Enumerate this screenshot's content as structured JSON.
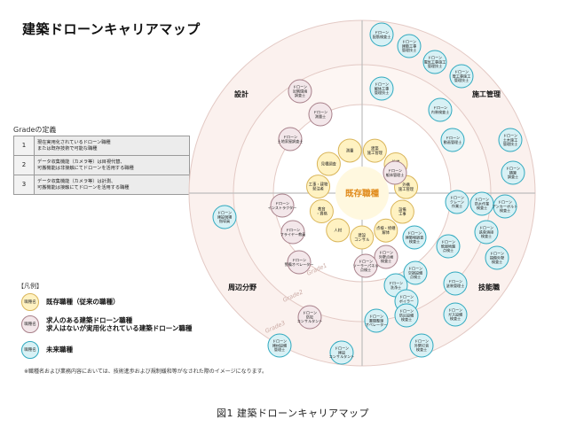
{
  "title": "建築ドローンキャリアマップ",
  "caption": "図1 建築ドローンキャリアマップ",
  "footnote": "※職種名および業務内容においては、技術進歩および規制緩和等がなされた際のイメージになります。",
  "grade": {
    "title": "Gradeの定義",
    "rows": [
      {
        "num": "1",
        "text": "現在実用化されているドローン職種\nまたは既存技術で可能な職種"
      },
      {
        "num": "2",
        "text": "データ収集機能（カメラ等）は目視代替、\n可搬機能は非接触にてドローンを活用する職種"
      },
      {
        "num": "3",
        "text": "データ収集機能（カメラ等）は計測、\n可搬機能は接触にてドローンを活用する職種"
      }
    ]
  },
  "legend": {
    "label": "【凡例】",
    "items": [
      {
        "circle": "職種名",
        "text": "既存職種（従来の職種）",
        "color": "#fff2c2",
        "border": "#d9b55a"
      },
      {
        "circle": "職種名",
        "text": "求人のある建築ドローン職種\n求人はないが実用化されている建築ドローン職種",
        "color": "#f3e7ea",
        "border": "#a8808a"
      },
      {
        "circle": "職種名",
        "text": "未来職種",
        "color": "#d8f1f5",
        "border": "#2fa9bf"
      }
    ]
  },
  "diagram": {
    "center_label": "既存職種",
    "ring_labels": [
      "Grade1",
      "Grade2",
      "Grade3"
    ],
    "quadrants": [
      "設計",
      "施工管理",
      "周辺分野",
      "技能職"
    ],
    "core_nodes": [
      "測量",
      "建築\n施工管理",
      "設備\n施工管理",
      "外構\n施工管理",
      "設備\n工事",
      "点検・修繕\n解体",
      "建設\nコンサル",
      "人材",
      "教育\n・資格",
      "工事・建物\n発注者",
      "見積調査"
    ],
    "nodes": [
      {
        "label": "ドローン\n近隣環境\n調査士",
        "type": "pink"
      },
      {
        "label": "ドローン\n測量士",
        "type": "pink"
      },
      {
        "label": "ドローン\n土地家屋調査士",
        "type": "pink"
      },
      {
        "label": "ドローン\n配筋検査士",
        "type": "cyan"
      },
      {
        "label": "ドローン\n建築工事\n管理技士",
        "type": "cyan"
      },
      {
        "label": "ドローン\n電気工事施工\n管理技士",
        "type": "cyan"
      },
      {
        "label": "ドローン\n解体工事\n管理技士",
        "type": "cyan"
      },
      {
        "label": "ドローン\n管工事施工\n管理技士",
        "type": "cyan"
      },
      {
        "label": "ドローン\n内装検査士",
        "type": "cyan"
      },
      {
        "label": "ドローン\n動画管理士",
        "type": "cyan"
      },
      {
        "label": "ドローン\n土木施工\n管理技士",
        "type": "cyan"
      },
      {
        "label": "ドローン\n積算\n調査士",
        "type": "cyan"
      },
      {
        "label": "ドローン\n建設現場\n指導員",
        "type": "cyan"
      },
      {
        "label": "ドローン\nインストラクター",
        "type": "pink"
      },
      {
        "label": "ドローン\nフライヤー教員",
        "type": "pink"
      },
      {
        "label": "ドローン\n警備オペレーター",
        "type": "pink"
      },
      {
        "label": "ドローン\n躯体管理士",
        "type": "pink"
      },
      {
        "label": "ドローン\nクレーン\n作業士",
        "type": "cyan"
      },
      {
        "label": "ドローン\n防水作業\n検査士",
        "type": "cyan"
      },
      {
        "label": "ドローン\nアンカーボルト\n検査士",
        "type": "cyan"
      },
      {
        "label": "ドローン\n鉄骨溶接\n検査士",
        "type": "cyan"
      },
      {
        "label": "ドローン\n建築物調査\n検査士",
        "type": "cyan"
      },
      {
        "label": "ドローン\n軟弱地盤\n点検士",
        "type": "cyan"
      },
      {
        "label": "ドローン\n外壁点検\n検査士",
        "type": "pink"
      },
      {
        "label": "ドローン\n損傷外壁\n検査士",
        "type": "cyan"
      },
      {
        "label": "ドローン\n空調設備\n点検士",
        "type": "cyan"
      },
      {
        "label": "ドローン\nソーラーパネル\n点検士",
        "type": "pink"
      },
      {
        "label": "ドローン\n洗浄士",
        "type": "cyan"
      },
      {
        "label": "ドローン\n塗装管理士",
        "type": "cyan"
      },
      {
        "label": "ドローン\nボイラー\n点検士",
        "type": "cyan"
      },
      {
        "label": "ドローン\n書類整理\nオペレーター",
        "type": "cyan"
      },
      {
        "label": "ドローン\n防災設備\n検査士",
        "type": "cyan"
      },
      {
        "label": "ドローン\nガス設備\n検査士",
        "type": "cyan"
      },
      {
        "label": "ドローン\n外壁打音\n検査士",
        "type": "cyan"
      },
      {
        "label": "ドローン\n防犯\nコンサルタント",
        "type": "pink"
      },
      {
        "label": "ドローン\n建材設備\n管理士",
        "type": "cyan"
      },
      {
        "label": "ドローン\n建設\nコンサルタント",
        "type": "cyan"
      }
    ]
  }
}
